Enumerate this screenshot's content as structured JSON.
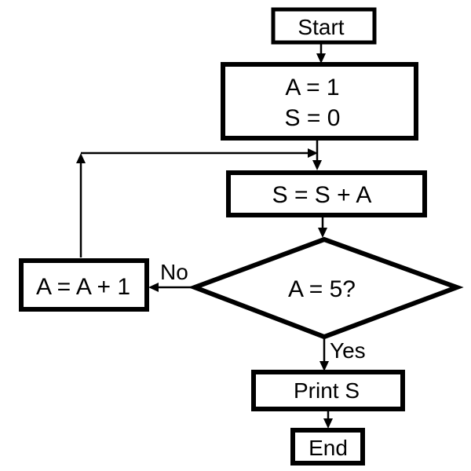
{
  "diagram": {
    "nodes": {
      "start": {
        "label": "Start"
      },
      "init": {
        "line1": "A = 1",
        "line2": "S = 0"
      },
      "accumulate": {
        "label": "S = S + A"
      },
      "decision": {
        "label": "A = 5?"
      },
      "increment": {
        "label": "A = A + 1"
      },
      "print": {
        "label": "Print S"
      },
      "end": {
        "label": "End"
      }
    },
    "edge_labels": {
      "no": "No",
      "yes": "Yes"
    }
  }
}
